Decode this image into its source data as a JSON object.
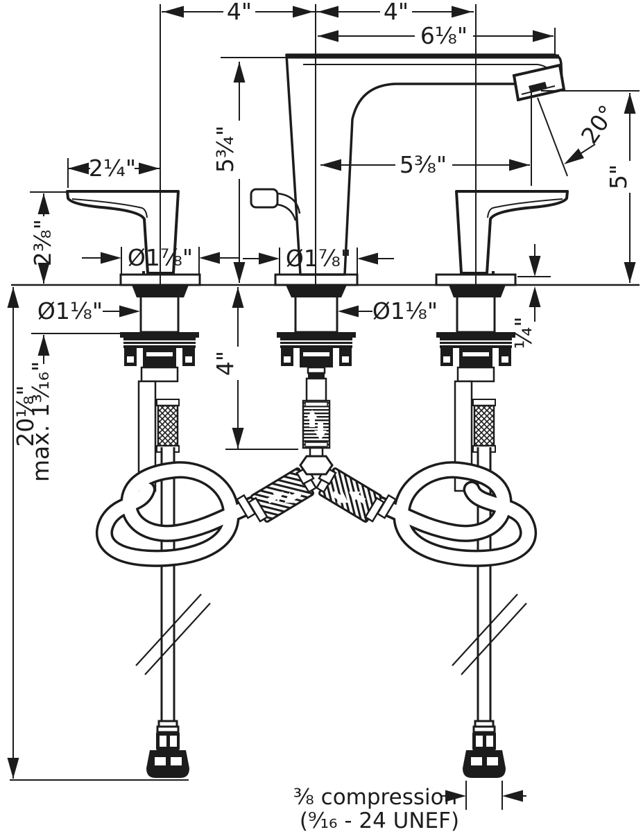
{
  "diagram": {
    "type": "technical-dimension-drawing",
    "subject": "widespread faucet installation dimensions",
    "colors": {
      "line": "#1c1c1c",
      "background": "#ffffff"
    },
    "dimensions": {
      "spacing_left": "4\"",
      "spacing_right": "4\"",
      "spout_overall": "6⅛\"",
      "spout_height": "5¾\"",
      "spout_reach": "5⅜\"",
      "spray_angle": "20°",
      "outlet_height": "5\"",
      "handle_length": "2¼\"",
      "handle_height": "2⅜\"",
      "escutcheon_dia_left": "Ø1⅞\"",
      "escutcheon_dia_center": "Ø1⅞\"",
      "shank_dia_left": "Ø1⅛\"",
      "shank_dia_center": "Ø1⅛\"",
      "escutcheon_thickness": "¼\"",
      "shank_length": "4\"",
      "max_deck_thickness": "max. 1³⁄₁₆\"",
      "overall_height": "20⅛\"",
      "connection_note_line1": "⅜ compression",
      "connection_note_line2": "(⁹⁄₁₆ - 24 UNEF)"
    }
  }
}
